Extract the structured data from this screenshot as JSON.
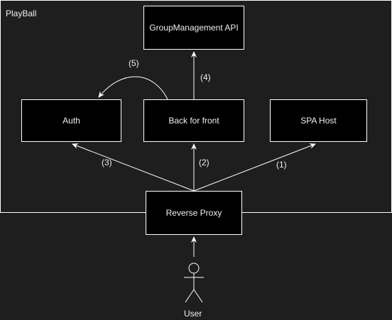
{
  "container": {
    "title": "PlayBall"
  },
  "nodes": {
    "group_api": "GroupManagement API",
    "auth": "Auth",
    "bff": "Back for front",
    "spa": "SPA Host",
    "proxy": "Reverse Proxy",
    "user": "User"
  },
  "edges": {
    "e1": "(1)",
    "e2": "(2)",
    "e3": "(3)",
    "e4": "(4)",
    "e5": "(5)"
  },
  "colors": {
    "background": "#1e1e1e",
    "stroke": "#ffffff",
    "text": "#f0f0f0"
  }
}
